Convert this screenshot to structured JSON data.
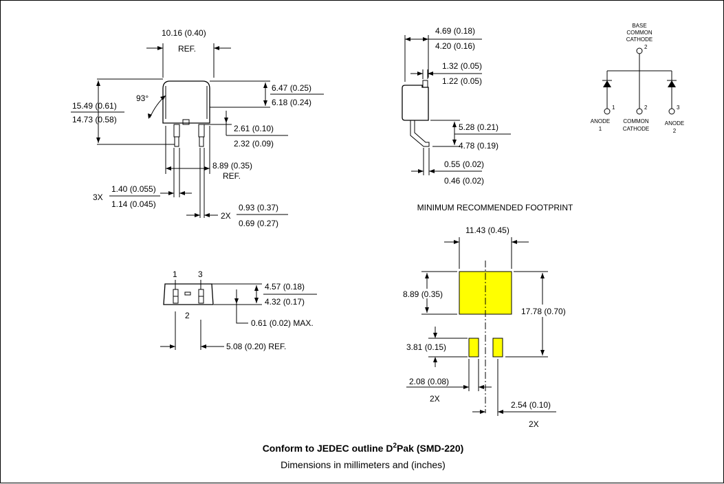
{
  "front_view": {
    "width": "10.16 (0.40)",
    "width_ref": "REF.",
    "angle": "93°",
    "height_max": "15.49 (0.61)",
    "height_min": "14.73 (0.58)",
    "body_max": "6.47 (0.25)",
    "body_min": "6.18 (0.24)",
    "lead_len_max": "2.61 (0.10)",
    "lead_len_min": "2.32 (0.09)",
    "pitch": "8.89 (0.35)",
    "pitch_ref": "REF.",
    "lead_w_mult": "3X",
    "lead_w_max": "1.40 (0.055)",
    "lead_w_min": "1.14 (0.045)",
    "lead_t_mult": "2X",
    "lead_t_max": "0.93 (0.37)",
    "lead_t_min": "0.69 (0.27)"
  },
  "side_view": {
    "thick_max": "4.69 (0.18)",
    "thick_min": "4.20 (0.16)",
    "tab_max": "1.32 (0.05)",
    "tab_min": "1.22 (0.05)",
    "lead_max": "5.28 (0.21)",
    "lead_min": "4.78 (0.19)",
    "foot_max": "0.55 (0.02)",
    "foot_min": "0.46 (0.02)"
  },
  "schematic": {
    "base_l1": "BASE",
    "base_l2": "COMMON",
    "base_l3": "CATHODE",
    "base_pin": "2",
    "pin1": "1",
    "pin2": "2",
    "pin3": "3",
    "anode1_l1": "ANODE",
    "anode1_l2": "1",
    "cc_l1": "COMMON",
    "cc_l2": "CATHODE",
    "anode2_l1": "ANODE",
    "anode2_l2": "2"
  },
  "bottom_view": {
    "pin1": "1",
    "pin3": "3",
    "pin2": "2",
    "height_max": "4.57 (0.18)",
    "height_min": "4.32 (0.17)",
    "standoff": "0.61 (0.02) MAX.",
    "spacing": "5.08 (0.20) REF."
  },
  "footprint": {
    "title": "MINIMUM RECOMMENDED FOOTPRINT",
    "pad_width": "11.43 (0.45)",
    "pad_height": "8.89 (0.35)",
    "total_height": "17.78 (0.70)",
    "lead_pad_len": "3.81 (0.15)",
    "lead_pad_w": "2.08 (0.08)",
    "lead_pad_w_mult": "2X",
    "lead_pitch": "2.54 (0.10)",
    "lead_pitch_mult": "2X",
    "pad_color": "#ffff00"
  },
  "caption": {
    "line1_a": "Conform to JEDEC outline D",
    "line1_sup": "2",
    "line1_b": "Pak (SMD-220)",
    "line2": "Dimensions in millimeters and (inches)"
  }
}
